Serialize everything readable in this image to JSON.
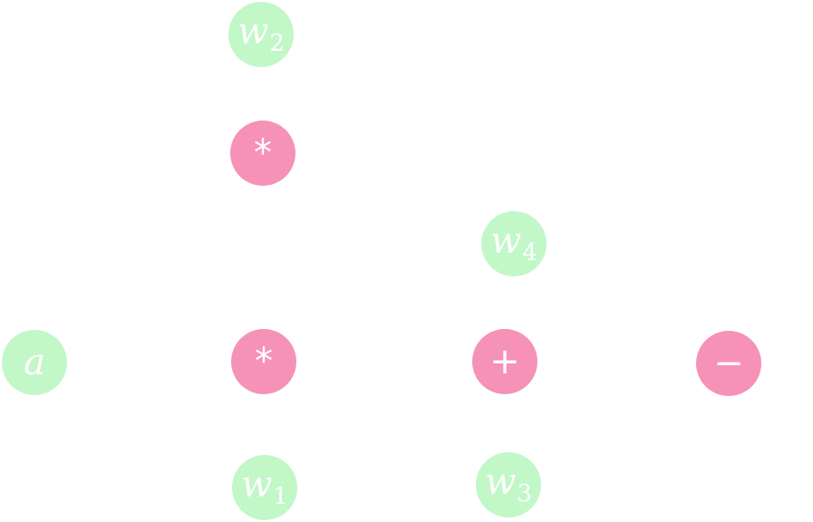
{
  "colors": {
    "variable_node": "#c2f7c8",
    "operation_node": "#f692b7",
    "label": "#ffffff"
  },
  "nodes": {
    "w2": {
      "kind": "variable",
      "name": "w",
      "sub": "2"
    },
    "mul_top": {
      "kind": "operation",
      "symbol": "*"
    },
    "w4": {
      "kind": "variable",
      "name": "w",
      "sub": "4"
    },
    "a": {
      "kind": "variable",
      "name": "a",
      "sub": ""
    },
    "mul_mid": {
      "kind": "operation",
      "symbol": "*"
    },
    "plus": {
      "kind": "operation",
      "symbol": "+"
    },
    "minus": {
      "kind": "operation",
      "symbol": "−"
    },
    "w1": {
      "kind": "variable",
      "name": "w",
      "sub": "1"
    },
    "w3": {
      "kind": "variable",
      "name": "w",
      "sub": "3"
    }
  }
}
